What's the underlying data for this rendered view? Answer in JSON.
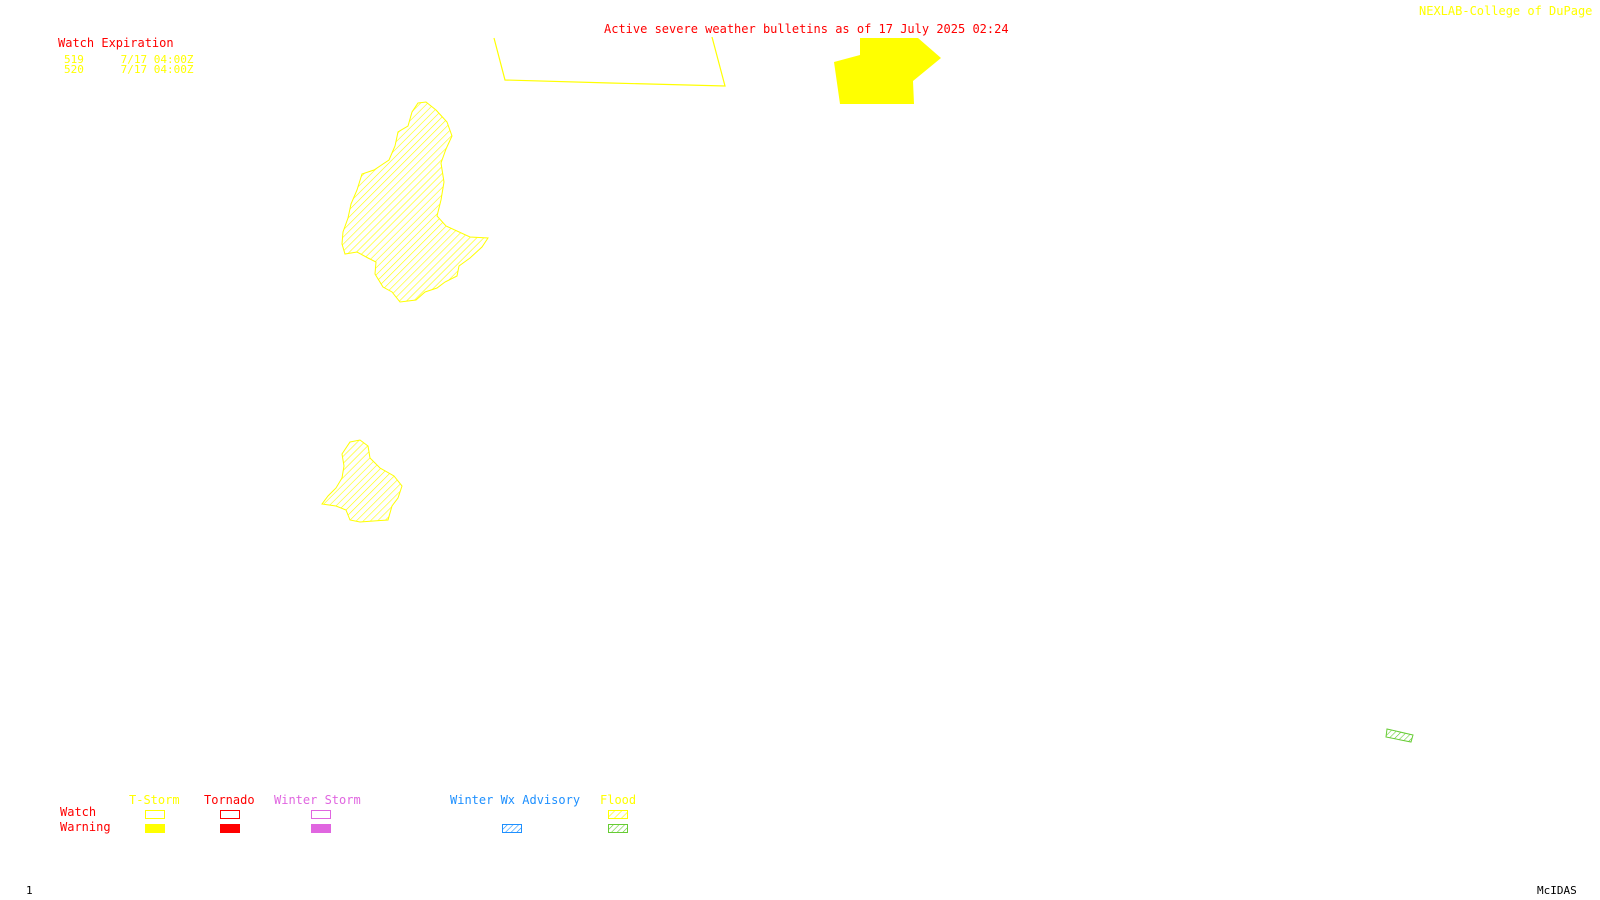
{
  "header": {
    "title": "Active severe weather bulletins as of 17 July 2025 02:24",
    "credit": "NEXLAB-College of DuPage R"
  },
  "watch_expiration": {
    "title": "Watch Expiration",
    "rows": [
      {
        "number": "519",
        "expires": "7/17 04:00Z"
      },
      {
        "number": "520",
        "expires": "7/17 04:00Z"
      }
    ]
  },
  "legend": {
    "row_labels": {
      "watch": "Watch",
      "warning": "Warning"
    },
    "categories": [
      {
        "label": "T-Storm",
        "color": "#ffff00",
        "watch_style": "outline",
        "warning_style": "solid"
      },
      {
        "label": "Tornado",
        "color": "#ff0000",
        "watch_style": "outline",
        "warning_style": "solid"
      },
      {
        "label": "Winter Storm",
        "color": "#e066e0",
        "watch_style": "outline",
        "warning_style": "solid"
      },
      {
        "label": "Winter Wx Advisory",
        "color": "#1e90ff",
        "warning_style": "hatched"
      },
      {
        "label": "Flood",
        "color": "#ffff00",
        "watch_style": "hatched",
        "warning_style": "hatched",
        "warning_color": "#66cc33"
      }
    ]
  },
  "map": {
    "watch_outline_color": "#ffff00",
    "warning_fill_color": "#ffff00",
    "flood_watch_color": "#ffff00",
    "flood_warning_color": "#66cc33"
  },
  "footer": {
    "frame_number": "1",
    "brand": "McIDAS"
  }
}
